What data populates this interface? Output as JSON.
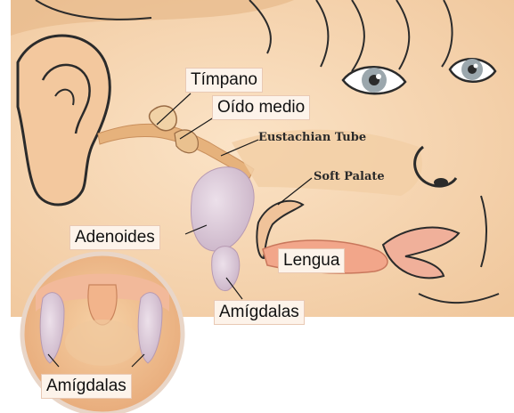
{
  "labels": {
    "timpano": "Tímpano",
    "oido_medio": "Oído medio",
    "eustachian_tube": "Eustachian Tube",
    "soft_palate": "Soft Palate",
    "adenoides": "Adenoides",
    "lengua": "Lengua",
    "amigdalas_face": "Amígdalas",
    "amigdalas_throat": "Amígdalas"
  },
  "colors": {
    "skin": "#f7d9b4",
    "skin_shadow": "#e8b98c",
    "outline": "#2b2b2b",
    "tissue": "#d7c3d6",
    "mouth": "#f2a68a",
    "label_bg": "#fdf3ea"
  }
}
